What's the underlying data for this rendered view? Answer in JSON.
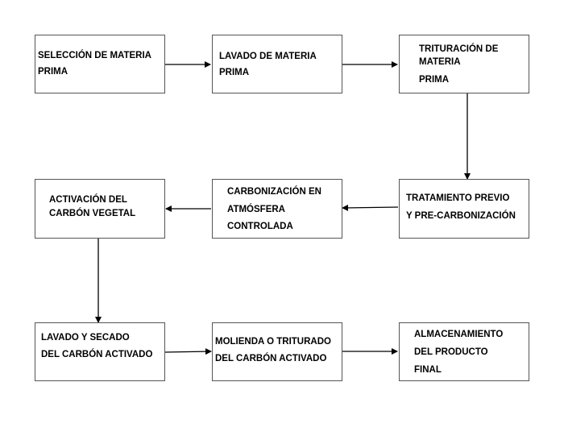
{
  "steps": [
    {
      "id": "seleccion",
      "lines": [
        "SELECCIÓN DE MATERIA",
        "PRIMA"
      ]
    },
    {
      "id": "lavado",
      "lines": [
        "LAVADO DE MATERIA",
        "PRIMA"
      ]
    },
    {
      "id": "trituracion",
      "lines": [
        "TRITURACIÓN DE",
        "MATERIA",
        "PRIMA"
      ]
    },
    {
      "id": "tratamiento",
      "lines": [
        "TRATAMIENTO PREVIO",
        "Y PRE-CARBONIZACIÓN"
      ]
    },
    {
      "id": "carbonizacion",
      "lines": [
        "CARBONIZACIÓN EN",
        "ATMÓSFERA",
        "CONTROLADA"
      ]
    },
    {
      "id": "activacion",
      "lines": [
        "ACTIVACIÓN DEL",
        "CARBÓN VEGETAL"
      ]
    },
    {
      "id": "lavado-secado",
      "lines": [
        "LAVADO Y SECADO",
        "DEL CARBÓN ACTIVADO"
      ]
    },
    {
      "id": "molienda",
      "lines": [
        "MOLIENDA O TRITURADO",
        "DEL CARBÓN ACTIVADO"
      ]
    },
    {
      "id": "almacenamiento",
      "lines": [
        "ALMACENAMIENTO",
        "DEL PRODUCTO",
        "FINAL"
      ]
    }
  ]
}
